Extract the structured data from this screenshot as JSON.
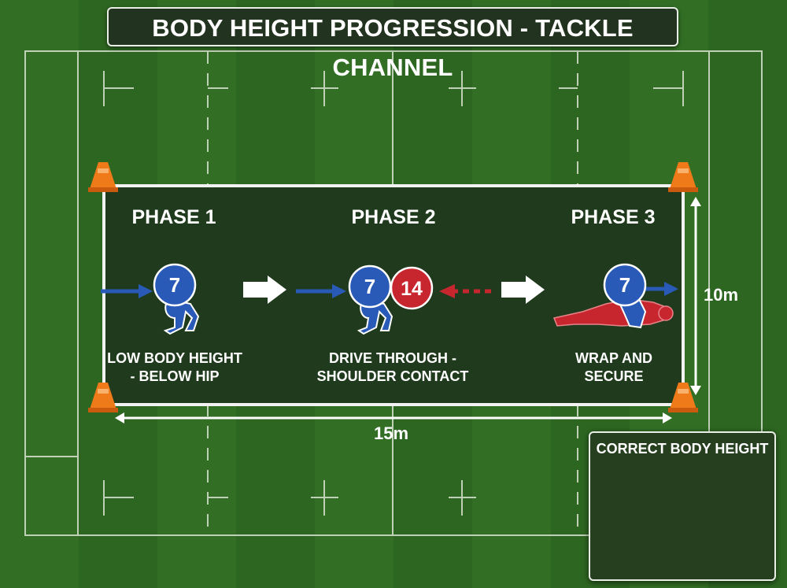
{
  "title": "BODY HEIGHT PROGRESSION - TACKLE CHANNEL",
  "phases": [
    {
      "label": "PHASE 1",
      "caption_line1": "LOW BODY HEIGHT",
      "caption_line2": "- BELOW HIP"
    },
    {
      "label": "PHASE 2",
      "caption_line1": "DRIVE THROUGH -",
      "caption_line2": "SHOULDER CONTACT"
    },
    {
      "label": "PHASE 3",
      "caption_line1": "WRAP AND",
      "caption_line2": "SECURE"
    }
  ],
  "players": {
    "tackler_number": "7",
    "ball_carrier_number": "14"
  },
  "dimensions": {
    "width_label": "15m",
    "height_label": "10m"
  },
  "inset": {
    "title": "CORRECT BODY HEIGHT"
  },
  "colors": {
    "pitch": "#2f6a22",
    "channel": "#1f3a1c",
    "tackler": "#2a5ab8",
    "ball_carrier": "#c8262e",
    "cone": "#ef7a1a"
  }
}
